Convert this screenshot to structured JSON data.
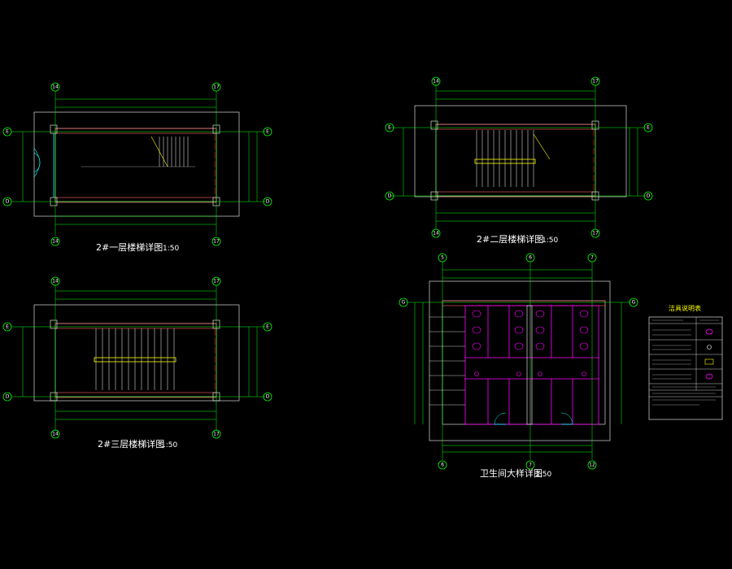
{
  "plans": [
    {
      "title": "2#一层楼梯详图",
      "scale": "1:50",
      "axes": [
        "14",
        "17",
        "E",
        "D"
      ]
    },
    {
      "title": "2#二层楼梯详图",
      "scale": "1:50",
      "axes": [
        "14",
        "17",
        "E",
        "D"
      ]
    },
    {
      "title": "2#三层楼梯详图",
      "scale": "1:50",
      "axes": [
        "14",
        "17",
        "E",
        "D"
      ]
    },
    {
      "title": "卫生间大样详图",
      "scale": "1:50",
      "axes": [
        "5",
        "6",
        "7",
        "G",
        "6",
        "7",
        "12"
      ]
    }
  ],
  "legend": {
    "title": "洁具说明表"
  },
  "colors": {
    "background": "#000000",
    "lines": "#ffffff",
    "dim": "#00ff00",
    "axis": "#00ff00",
    "wall": "#ff6666",
    "fixture": "#ff00ff",
    "stair": "#ffff00",
    "cyan": "#00ffff"
  }
}
